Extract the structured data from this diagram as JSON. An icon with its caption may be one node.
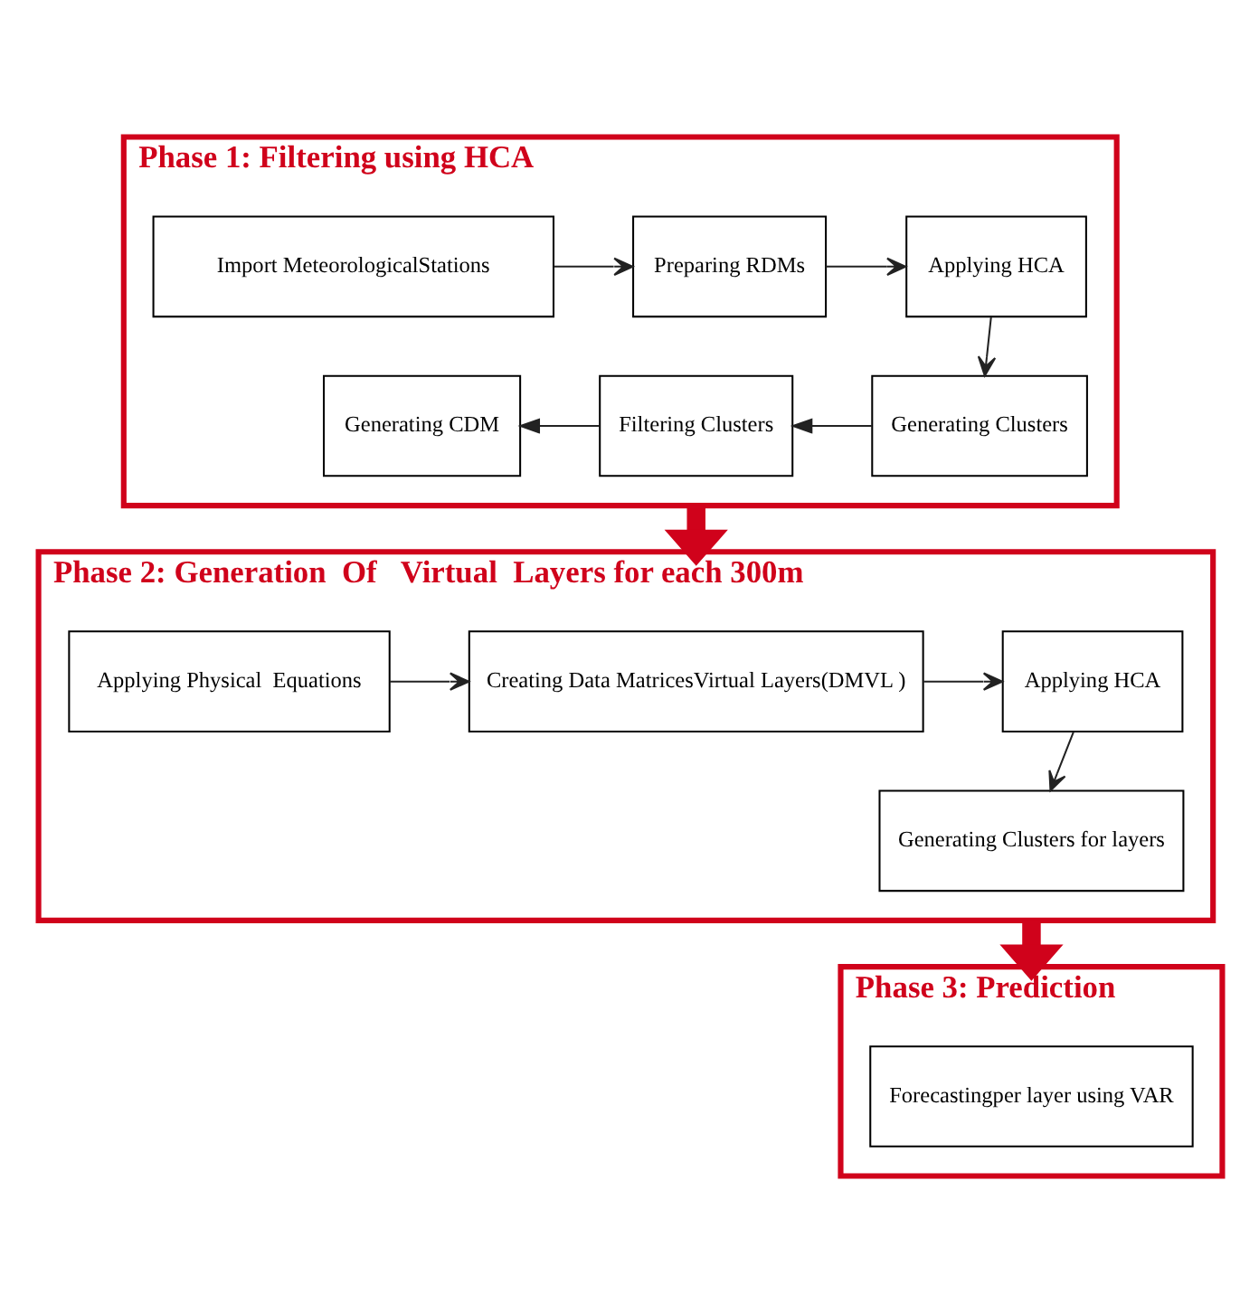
{
  "diagram": {
    "nodes": [
      {
        "text": [
          "Phase 1: Filtering using HCA"
        ]
      },
      {
        "text": [
          "Import MeteorologicalStations"
        ],
        "in": 0
      },
      {
        "text": [
          "Preparing RDMs"
        ],
        "in": 0
      },
      {
        "text": [
          "Applying HCA"
        ],
        "in": 0
      },
      {
        "text": [
          "Generating CDM"
        ],
        "in": 0
      },
      {
        "text": [
          "Filtering Clusters"
        ],
        "in": 0
      },
      {
        "text": [
          "Generating Clusters"
        ],
        "in": 0
      },
      {
        "text": [
          "Phase 2: Generation  Of   Virtual  Layers for each 300m"
        ]
      },
      {
        "text": [
          "Applying Physical  Equations"
        ],
        "in": 7
      },
      {
        "text": [
          "Creating Data MatricesVirtual Layers(DMVL )"
        ],
        "in": 7
      },
      {
        "text": [
          "Applying HCA"
        ],
        "in": 7
      },
      {
        "text": [
          "Generating Clusters for layers"
        ],
        "in": 7
      },
      {
        "text": [
          "Phase 3: Prediction"
        ]
      },
      {
        "text": [
          "Forecastingper layer using VAR"
        ],
        "in": 12
      }
    ],
    "edges": [
      {
        "from": 1,
        "to": 2,
        "arrow": "to"
      },
      {
        "from": 2,
        "to": 3,
        "arrow": "to"
      },
      {
        "from": 3,
        "to": 6,
        "arrow": "to"
      },
      {
        "from": 6,
        "to": 5,
        "arrow": "to"
      },
      {
        "from": 5,
        "to": 4,
        "arrow": "to"
      },
      {
        "from": 0,
        "to": 7,
        "arrow": "to",
        "style": "thick",
        "color": "#d0021b"
      },
      {
        "from": 8,
        "to": 9,
        "arrow": "to"
      },
      {
        "from": 9,
        "to": 10,
        "arrow": "to"
      },
      {
        "from": 10,
        "to": 11,
        "arrow": "to"
      },
      {
        "from": 7,
        "to": 12,
        "arrow": "to",
        "style": "thick",
        "color": "#d0021b"
      }
    ]
  }
}
